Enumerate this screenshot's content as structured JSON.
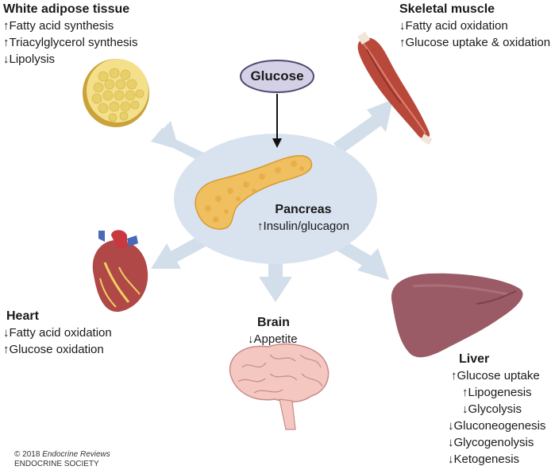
{
  "glucose": {
    "label": "Glucose"
  },
  "pancreas": {
    "title": "Pancreas",
    "lines": [
      "↑Insulin/glucagon"
    ]
  },
  "adipose": {
    "title": "White adipose tissue",
    "lines": [
      "↑Fatty acid synthesis",
      "↑Triacylglycerol synthesis",
      "↓Lipolysis"
    ]
  },
  "muscle": {
    "title": "Skeletal muscle",
    "lines": [
      "↓Fatty acid oxidation",
      "↑Glucose uptake & oxidation"
    ]
  },
  "heart": {
    "title": "Heart",
    "lines": [
      "↓Fatty acid oxidation",
      "↑Glucose oxidation"
    ]
  },
  "brain": {
    "title": "Brain",
    "lines": [
      "↓Appetite"
    ]
  },
  "liver": {
    "title": "Liver",
    "lines": [
      "↑Glucose uptake",
      "↑Lipogenesis",
      "↓Glycolysis",
      "↓Gluconeogenesis",
      "↓Glycogenolysis",
      "↓Ketogenesis"
    ]
  },
  "copyright": {
    "prefix": "© 2018",
    "journal": "Endocrine Reviews",
    "society": "ENDOCRINE SOCIETY"
  },
  "colors": {
    "pancreas_oval": "#d9e3ef",
    "arrow": "#d3deeb",
    "glucose_fill": "#d4d0e6",
    "glucose_stroke": "#4a4a70",
    "pancreas": "#f0c060",
    "adipose": "#f4e08a",
    "muscle": "#b8483a",
    "liver": "#9a5a66",
    "brain": "#f4c8c0"
  }
}
